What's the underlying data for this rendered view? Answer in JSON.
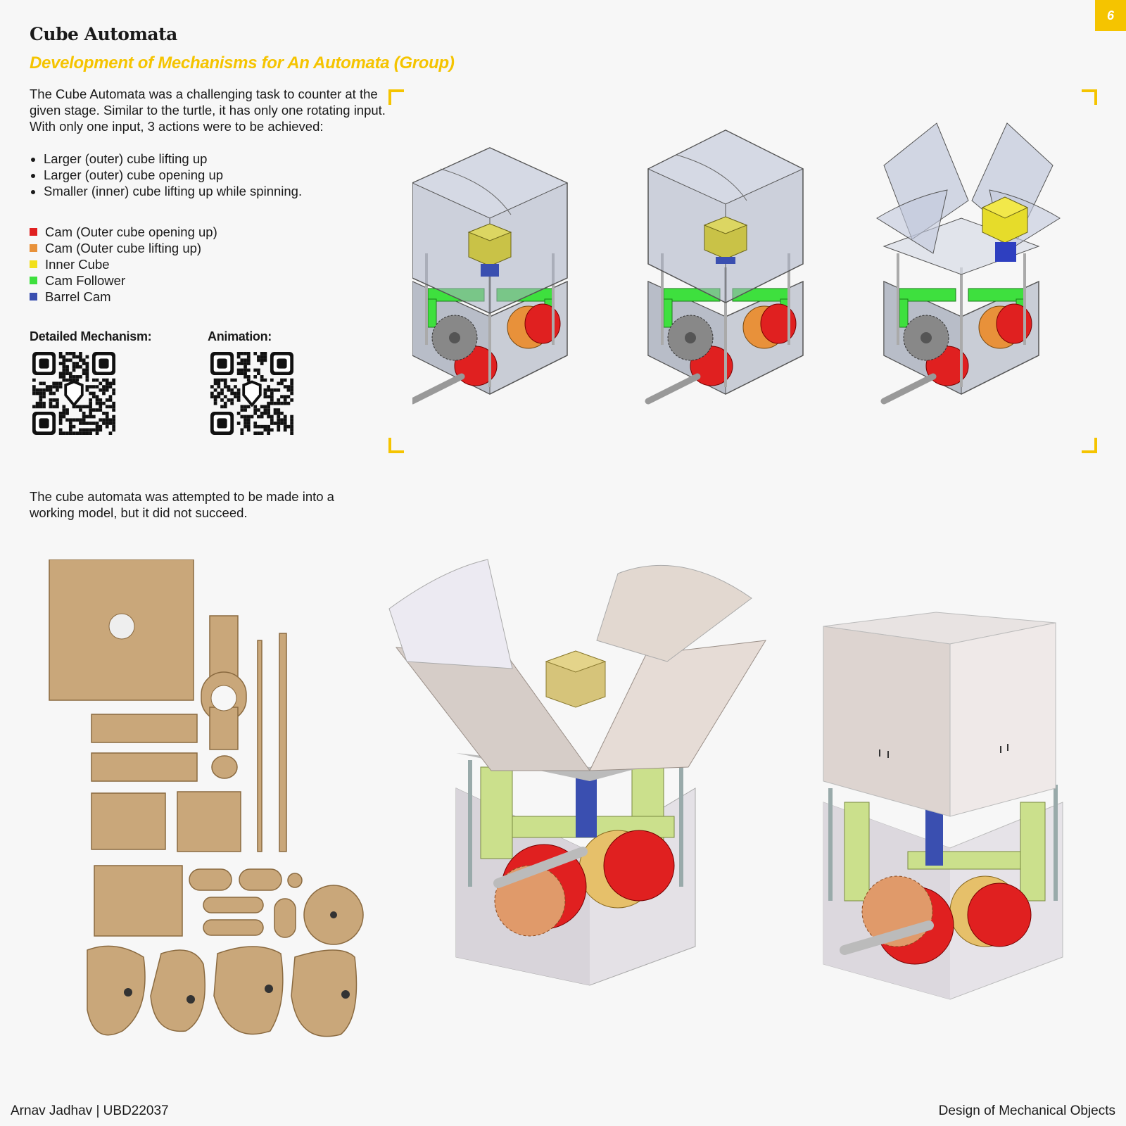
{
  "page_number": "6",
  "title": "Cube Automata",
  "subtitle": "Development of Mechanisms for An Automata (Group)",
  "intro": "The Cube Automata was a challenging task to counter at the given stage. Similar to the turtle, it has only one rotating input. With only one input, 3 actions were to be achieved:",
  "actions": [
    "Larger (outer) cube lifting up",
    "Larger (outer) cube opening up",
    "Smaller (inner) cube lifting up while spinning."
  ],
  "legend": [
    {
      "label": "Cam (Outer cube opening up)",
      "color": "#e02020"
    },
    {
      "label": "Cam (Outer cube lifting up)",
      "color": "#e8913a"
    },
    {
      "label": "Inner Cube",
      "color": "#f2e01a"
    },
    {
      "label": "Cam Follower",
      "color": "#3ee03e"
    },
    {
      "label": "Barrel Cam",
      "color": "#3a4fb0"
    }
  ],
  "qr_codes": [
    {
      "label": "Detailed Mechanism:",
      "icon": "lion-logo-icon"
    },
    {
      "label": "Animation:",
      "icon": "lion-logo-icon"
    }
  ],
  "note": "The cube automata was attempted to be made into a working model, but it did not succeed.",
  "footer": {
    "author": "Arnav Jadhav | UBD22037",
    "course": "Design of Mechanical Objects"
  },
  "colors": {
    "accent": "#f5c400"
  }
}
